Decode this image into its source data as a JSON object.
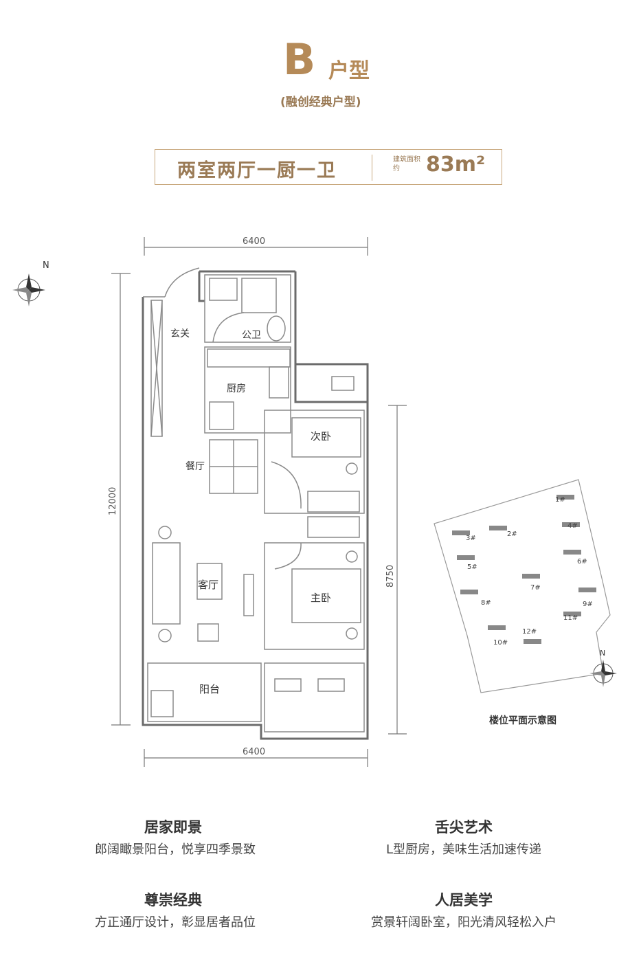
{
  "header": {
    "type_letter": "B",
    "type_suffix": "户型",
    "subtitle": "(融创经典户型)",
    "layout": "两室两厅一厨一卫",
    "area_label": "建筑面积约",
    "area_value": "83m²"
  },
  "dimensions": {
    "top": "6400",
    "bottom": "6400",
    "left": "12000",
    "right": "8750"
  },
  "rooms": {
    "entrance": "玄关",
    "bathroom": "公卫",
    "kitchen": "厨房",
    "dining": "餐厅",
    "living": "客厅",
    "second_bedroom": "次卧",
    "master_bedroom": "主卧",
    "balcony": "阳台"
  },
  "site_plan": {
    "caption": "楼位平面示意图",
    "buildings": [
      "1#",
      "2#",
      "3#",
      "4#",
      "5#",
      "6#",
      "7#",
      "8#",
      "9#",
      "10#",
      "11#",
      "12#"
    ]
  },
  "compass_label": "N",
  "features": [
    {
      "title": "居家即景",
      "desc": "郎阔瞰景阳台，悦享四季景致"
    },
    {
      "title": "舌尖艺术",
      "desc": "L型厨房，美味生活加速传递"
    },
    {
      "title": "尊崇经典",
      "desc": "方正通厅设计，彰显居者品位"
    },
    {
      "title": "人居美学",
      "desc": "赏景轩阔卧室，阳光清风轻松入户"
    }
  ],
  "colors": {
    "accent": "#b58a58",
    "wall": "#6b6b6b"
  }
}
